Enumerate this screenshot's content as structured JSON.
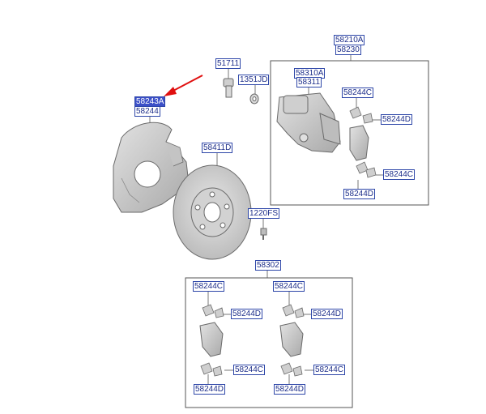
{
  "labels": {
    "backing_plate_a": "58243A",
    "backing_plate_b": "58244",
    "bolt": "51711",
    "washer": "1351JD",
    "caliper_assy_a": "58210A",
    "caliper_assy_b": "58230",
    "caliper_a": "58310A",
    "caliper_b": "58311",
    "caliper_clip_top_left": "58244C",
    "caliper_clip_top_right": "58244D",
    "caliper_clip_bottom_right": "58244C",
    "caliper_clip_bottom_left": "58244D",
    "disc": "58411D",
    "screw": "1220FS",
    "pad_kit": "58302",
    "kit_l_clip_top_left": "58244C",
    "kit_l_clip_top_right": "58244D",
    "kit_l_clip_bottom_right": "58244C",
    "kit_l_clip_bottom_left": "58244D",
    "kit_r_clip_top_left": "58244C",
    "kit_r_clip_top_right": "58244D",
    "kit_r_clip_bottom_right": "58244C",
    "kit_r_clip_bottom_left": "58244D"
  },
  "colors": {
    "label_border": "#2d46a8",
    "label_text": "#1e2f8a",
    "selected_fill": "#3c50c8",
    "arrow": "#e01010",
    "line": "#444444",
    "part_fill": "#d8d8d8",
    "part_stroke": "#6a6a6a"
  },
  "highlighted": "backing_plate_a"
}
